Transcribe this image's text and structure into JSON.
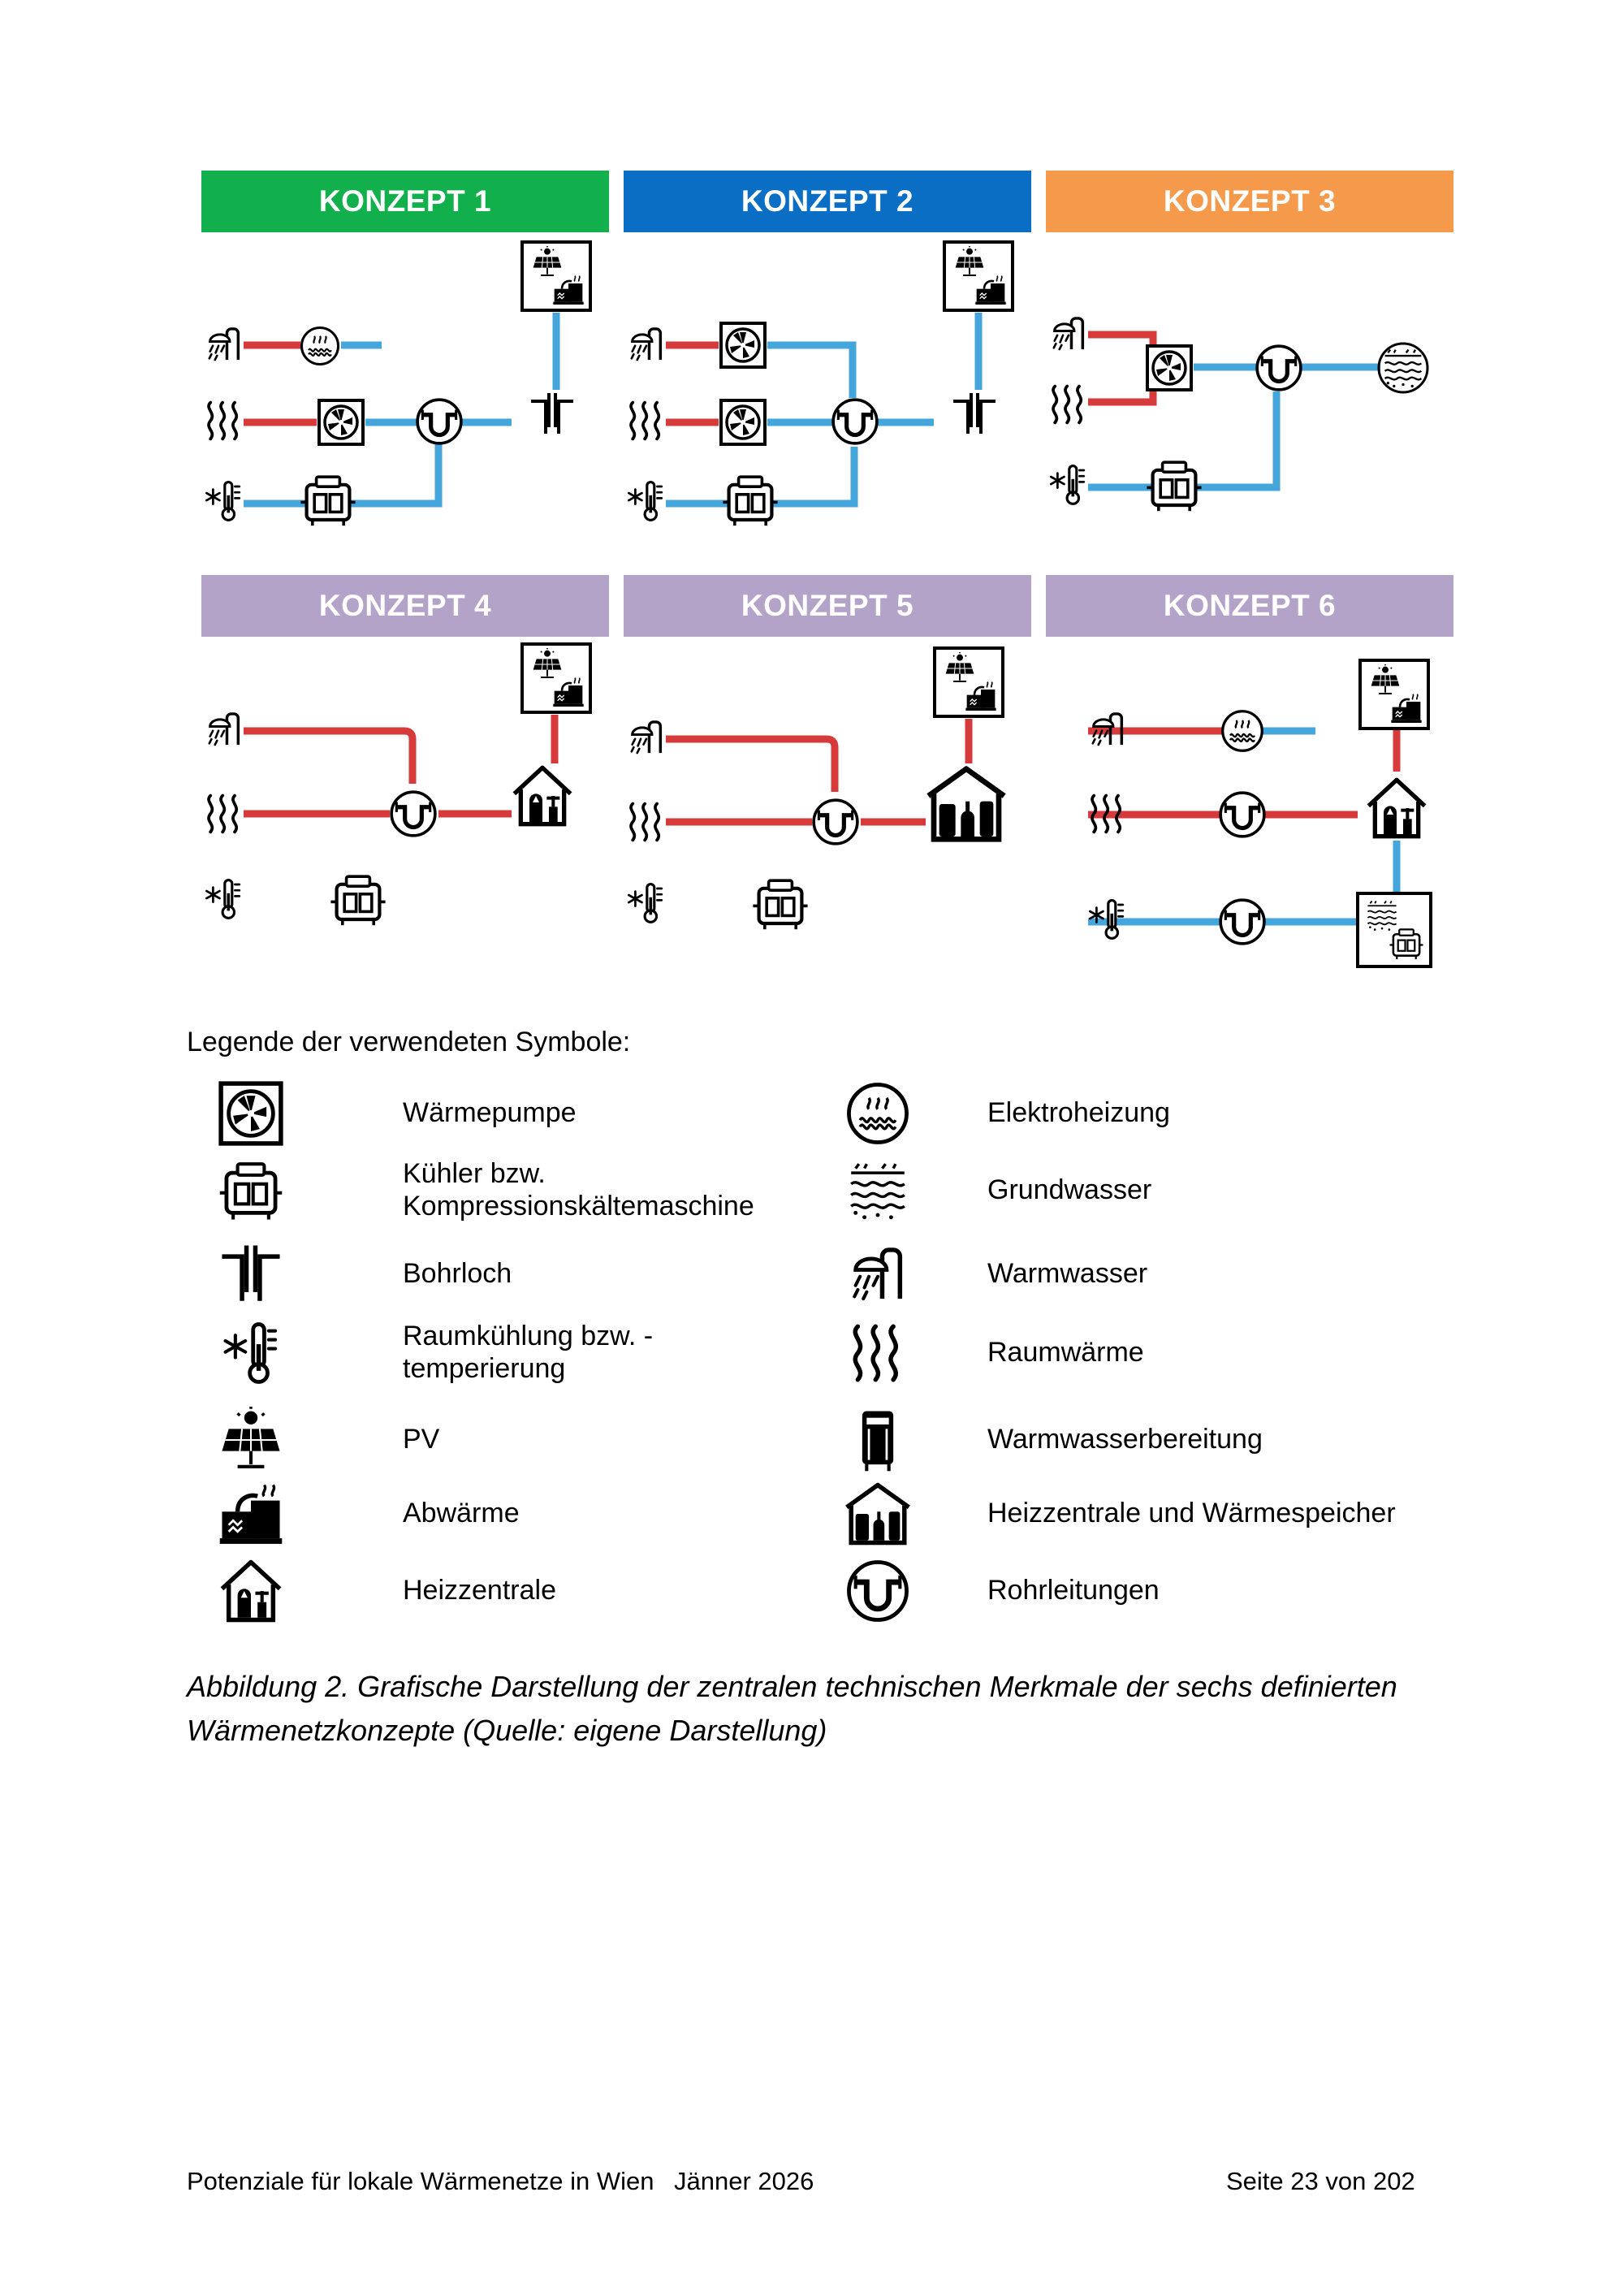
{
  "colors": {
    "konzept_1": "#12b04c",
    "konzept_2": "#0a6ec4",
    "konzept_3": "#f59a4a",
    "konzept_4": "#b4a3c9",
    "konzept_5": "#b4a3c9",
    "konzept_6": "#b4a3c9",
    "hot_pipe": "#d63a3a",
    "cold_pipe": "#45a6dc",
    "mixed_pipe": "#8f3f8a"
  },
  "konzepte": [
    {
      "label": "KONZEPT 1"
    },
    {
      "label": "KONZEPT 2"
    },
    {
      "label": "KONZEPT 3"
    },
    {
      "label": "KONZEPT 4"
    },
    {
      "label": "KONZEPT 5"
    },
    {
      "label": "KONZEPT 6"
    }
  ],
  "legend": {
    "title": "Legende der verwendeten Symbole:",
    "left": [
      {
        "icon": "heat-pump-icon",
        "label": "Wärmepumpe"
      },
      {
        "icon": "chiller-icon",
        "label": "Kühler bzw.\nKompressionskältemaschine"
      },
      {
        "icon": "borehole-icon",
        "label": "Bohrloch"
      },
      {
        "icon": "room-cooling-icon",
        "label": "Raumkühlung bzw. -\ntemperierung"
      },
      {
        "icon": "pv-icon",
        "label": "PV"
      },
      {
        "icon": "waste-heat-icon",
        "label": "Abwärme"
      },
      {
        "icon": "heating-center-icon",
        "label": "Heizzentrale"
      }
    ],
    "right": [
      {
        "icon": "electric-heating-icon",
        "label": "Elektroheizung"
      },
      {
        "icon": "groundwater-icon",
        "label": "Grundwasser"
      },
      {
        "icon": "shower-icon",
        "label": "Warmwasser"
      },
      {
        "icon": "space-heat-icon",
        "label": "Raumwärme"
      },
      {
        "icon": "hot-water-prep-icon",
        "label": "Warmwasserbereitung"
      },
      {
        "icon": "heating-center-storage-icon",
        "label": "Heizzentrale und Wärmespeicher"
      },
      {
        "icon": "pipes-icon",
        "label": "Rohrleitungen"
      }
    ]
  },
  "caption": "Abbildung 2. Grafische Darstellung der zentralen technischen Merkmale der sechs definierten Wärmenetzkonzepte (Quelle: eigene Darstellung)",
  "footer": {
    "title": "Potenziale für lokale Wärmenetze in Wien",
    "date": "Jänner 2026",
    "page": "Seite 23 von 202"
  }
}
